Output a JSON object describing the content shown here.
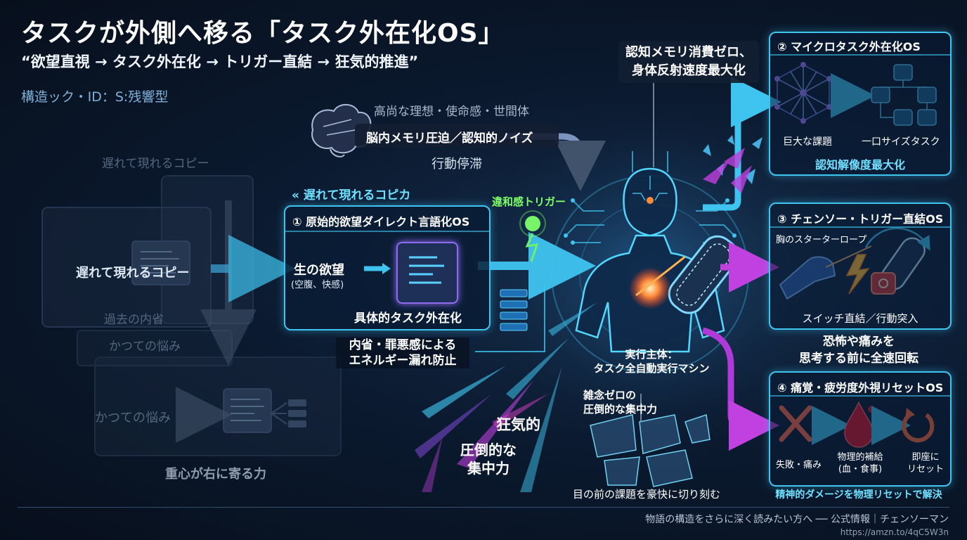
{
  "header": {
    "title": "タスクが外側へ移る「タスク外在化OS」",
    "subtitle": "“欲望直視 → タスク外在化 → トリガー直結 → 狂気的推進”",
    "structure_id": "構造ック・ID：S:残響型"
  },
  "left_faded": {
    "copy_label_top": "遅れて現れるコピー",
    "copy_label_center": "遅れて現れるコピー",
    "past_reflection": "過去の内省",
    "old_worry_1": "かつての悩み",
    "old_worry_2": "かつての悩み",
    "gravity_label": "重心が右に寄る力"
  },
  "brain_noise": {
    "ideals": "高尚な理想・使命感・世間体",
    "memory_pressure": "脳内メモリ圧迫／認知的ノイズ",
    "stagnation": "行動停滞"
  },
  "delayed_copy": "« 遅れて現れるコピカ",
  "os1": {
    "title": "① 原始的欲望ダイレクト言語化OS",
    "raw_desire": "生の欲望",
    "raw_desire_sub": "(空腹、快感)",
    "concrete_task": "具体的タスク外在化",
    "prevention_line1": "内省・罪悪感による",
    "prevention_line2": "エネルギー漏れ防止"
  },
  "trigger_label": "違和感トリガー",
  "cognitive_memory": {
    "line1": "認知メモリ消費ゼロ、",
    "line2": "身体反射速度最大化"
  },
  "center": {
    "executor_line1": "実行主体：",
    "executor_line2": "タスク全自動実行マシン",
    "no_distraction_line1": "雑念ゼロの",
    "no_distraction_line2": "圧倒的な集中力",
    "madness": "狂気的",
    "overwhelming_line1": "圧倒的な",
    "overwhelming_line2": "集中力",
    "cut_tasks": "目の前の課題を豪快に切り刻む"
  },
  "os2": {
    "title": "② マイクロタスク外在化OS",
    "big_task": "巨大な課題",
    "bite_task": "一口サイズタスク",
    "caption": "認知解像度最大化"
  },
  "os3": {
    "title": "③ チェンソー・トリガー直結OS",
    "starter_rope": "胸のスターターロープ",
    "switch": "スイッチ直結／行動突入",
    "fear_line1": "恐怖や痛みを",
    "fear_line2": "思考する前に全速回転"
  },
  "os4": {
    "title": "④ 痛覚・疲労度外視リセットOS",
    "failure": "失敗・痛み",
    "refill_line1": "物理的補給",
    "refill_line2": "(血・食事)",
    "reset_line1": "即座に",
    "reset_line2": "リセット",
    "caption": "精神的ダメージを物理リセットで解決"
  },
  "footer": {
    "text": "物語の構造をさらに深く読みたい方へ ── 公式情報｜チェンソーマン",
    "url": "https://amzn.to/4qC5W3n"
  },
  "colors": {
    "accent_cyan": "#3fc4f0",
    "accent_magenta": "#c040e0",
    "trigger_green": "#7dff6a",
    "core_orange": "#ff8a3a"
  }
}
